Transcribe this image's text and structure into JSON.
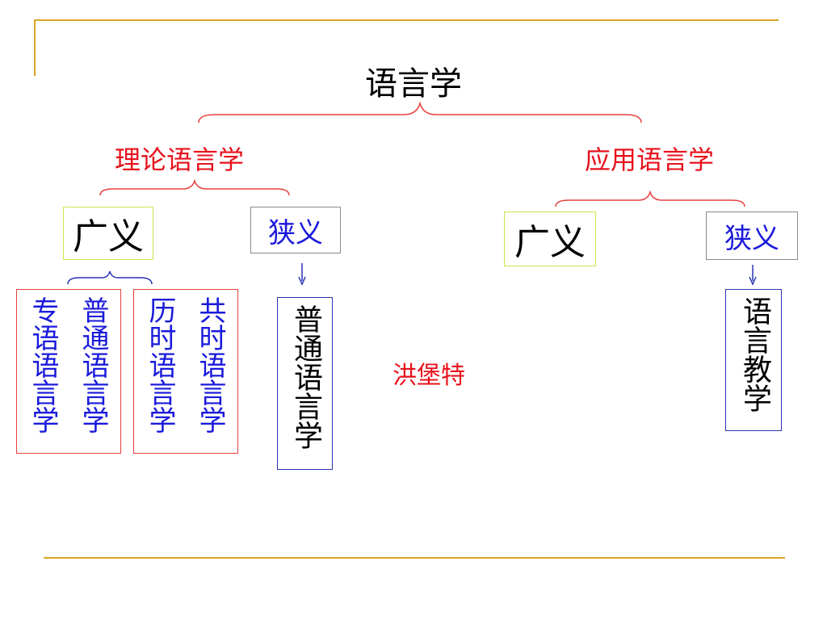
{
  "root": {
    "label": "语言学"
  },
  "theoretical": {
    "label": "理论语言学",
    "broad": {
      "label": "广义"
    },
    "narrow": {
      "label": "狭义",
      "child": "普通语言学"
    },
    "groups": [
      {
        "columns": [
          "专语语言学",
          "普通语言学"
        ]
      },
      {
        "columns": [
          "历时语言学",
          "共时语言学"
        ]
      }
    ]
  },
  "applied": {
    "label": "应用语言学",
    "broad": {
      "label": "广义"
    },
    "narrow": {
      "label": "狭义",
      "child": "语言教学"
    }
  },
  "annotation": {
    "text": "洪堡特"
  },
  "colors": {
    "accent_line": "#d9a528",
    "red_text": "#e8111b",
    "blue_text": "#1a1adc",
    "brace_red": "#e6413f",
    "brace_blue": "#2a34b4",
    "box_green": "#cfe34d",
    "box_gray": "#8a8a8a"
  }
}
